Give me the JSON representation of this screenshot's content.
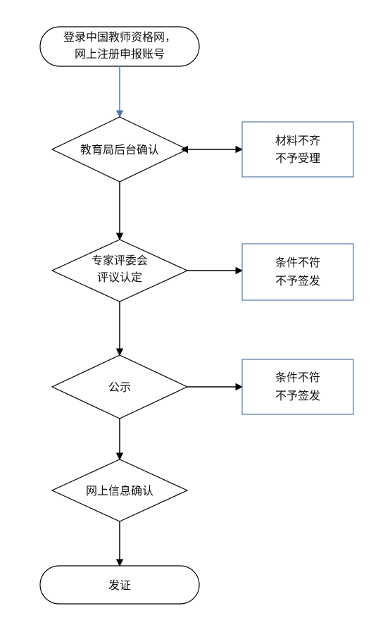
{
  "start": {
    "line1": "登录中国教师资格网，",
    "line2": "网上注册申报账号"
  },
  "steps": [
    {
      "lines": [
        "教育局后台确认"
      ],
      "reject": [
        "材料不齐",
        "不予受理"
      ]
    },
    {
      "lines": [
        "专家评委会",
        "评议认定"
      ],
      "reject": [
        "条件不符",
        "不予签发"
      ]
    },
    {
      "lines": [
        "公示"
      ],
      "reject": [
        "条件不符",
        "不予签发"
      ]
    },
    {
      "lines": [
        "网上信息确认"
      ]
    }
  ],
  "end": {
    "label": "发证"
  },
  "colors": {
    "line": "#000000",
    "start_arrow": "#4f78a8",
    "shape_fill": "#ffffff"
  }
}
